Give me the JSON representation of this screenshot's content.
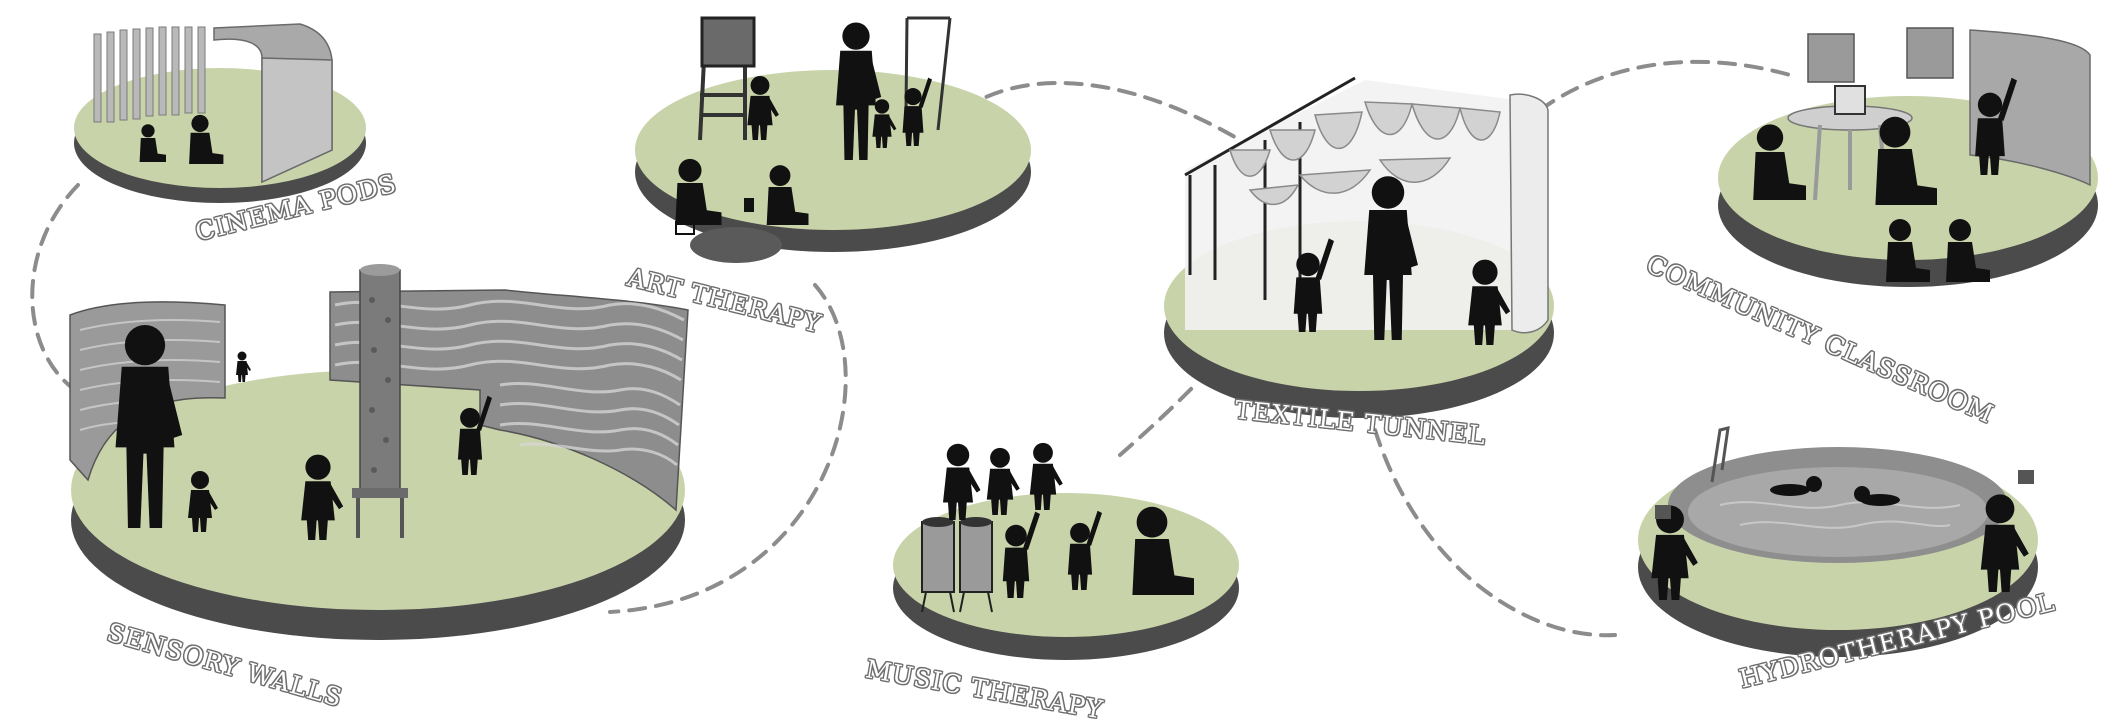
{
  "colors": {
    "platform_top": "#c8d3aa",
    "platform_side": "#4b4b4b",
    "silhouette": "#111111",
    "connector": "#8c8c8c",
    "label_outline": "#6e6e6e"
  },
  "zones": [
    {
      "id": "cinema-pods",
      "label": "CINEMA PODS"
    },
    {
      "id": "sensory-walls",
      "label": "SENSORY WALLS"
    },
    {
      "id": "art-therapy",
      "label": "ART THERAPY"
    },
    {
      "id": "music-therapy",
      "label": "MUSIC THERAPY"
    },
    {
      "id": "textile-tunnel",
      "label": "TEXTILE TUNNEL"
    },
    {
      "id": "community-classroom",
      "label": "COMMUNITY CLASSROOM"
    },
    {
      "id": "hydrotherapy-pool",
      "label": "HYDROTHERAPY POOL"
    }
  ]
}
